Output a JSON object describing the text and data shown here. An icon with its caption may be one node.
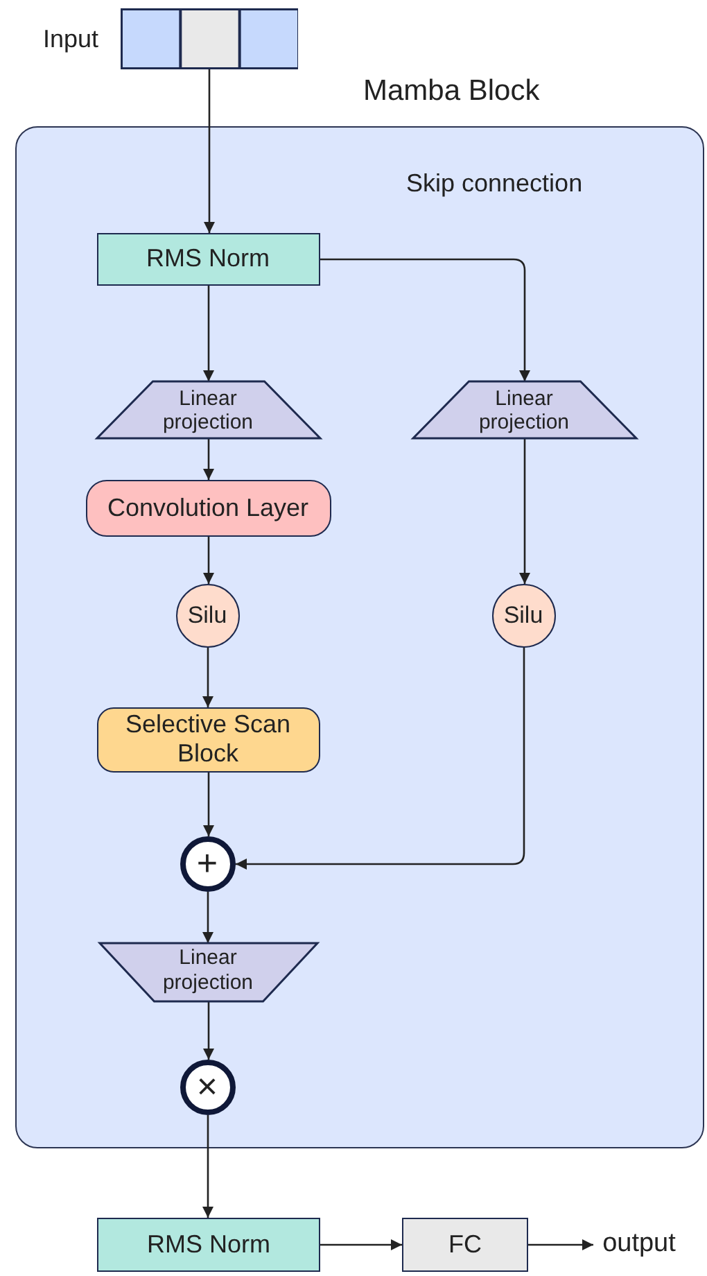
{
  "diagram": {
    "nodes": [
      {
        "text": [],
        "shape": "box",
        "beside": [
          "Input"
        ]
      },
      {
        "text": [
          "Mamba Block"
        ]
      },
      {
        "text": [
          "RMS Norm"
        ],
        "in": 1
      },
      {
        "text": [
          "Linear projection"
        ],
        "in": 1
      },
      {
        "text": [
          "Linear projection"
        ],
        "in": 1
      },
      {
        "text": [
          "Convolution Layer"
        ],
        "in": 1
      },
      {
        "text": [
          "Silu"
        ],
        "in": 1
      },
      {
        "text": [
          "Silu"
        ],
        "in": 1
      },
      {
        "text": [
          "Selective Scan Block"
        ],
        "in": 1
      },
      {
        "text": [
          "+"
        ],
        "in": 1
      },
      {
        "text": [
          "Linear projection"
        ],
        "in": 1
      },
      {
        "text": [
          "×"
        ],
        "in": 1
      },
      {
        "text": [
          "RMS Norm"
        ]
      },
      {
        "text": [
          "FC"
        ]
      },
      {
        "text": [
          "output"
        ]
      }
    ],
    "edges": [
      {
        "from": 0,
        "to": 2,
        "arrow": "to"
      },
      {
        "from": 2,
        "to": 3,
        "arrow": "to"
      },
      {
        "from": 2,
        "to": 4,
        "arrow": "to"
      },
      {
        "from": 3,
        "to": 5,
        "arrow": "to"
      },
      {
        "from": 5,
        "to": 6,
        "arrow": "to"
      },
      {
        "from": 6,
        "to": 8,
        "arrow": "to"
      },
      {
        "from": 4,
        "to": 7,
        "arrow": "to"
      },
      {
        "from": 7,
        "to": 9,
        "arrow": "to"
      },
      {
        "from": 8,
        "to": 9,
        "arrow": "to"
      },
      {
        "from": 9,
        "to": 10,
        "arrow": "to"
      },
      {
        "from": 10,
        "to": 11,
        "arrow": "to"
      },
      {
        "from": 11,
        "to": 12,
        "arrow": "to"
      },
      {
        "from": 12,
        "to": 13,
        "arrow": "to"
      },
      {
        "from": 13,
        "to": 14,
        "arrow": "to"
      }
    ],
    "labels": [
      "Skip connection"
    ]
  }
}
